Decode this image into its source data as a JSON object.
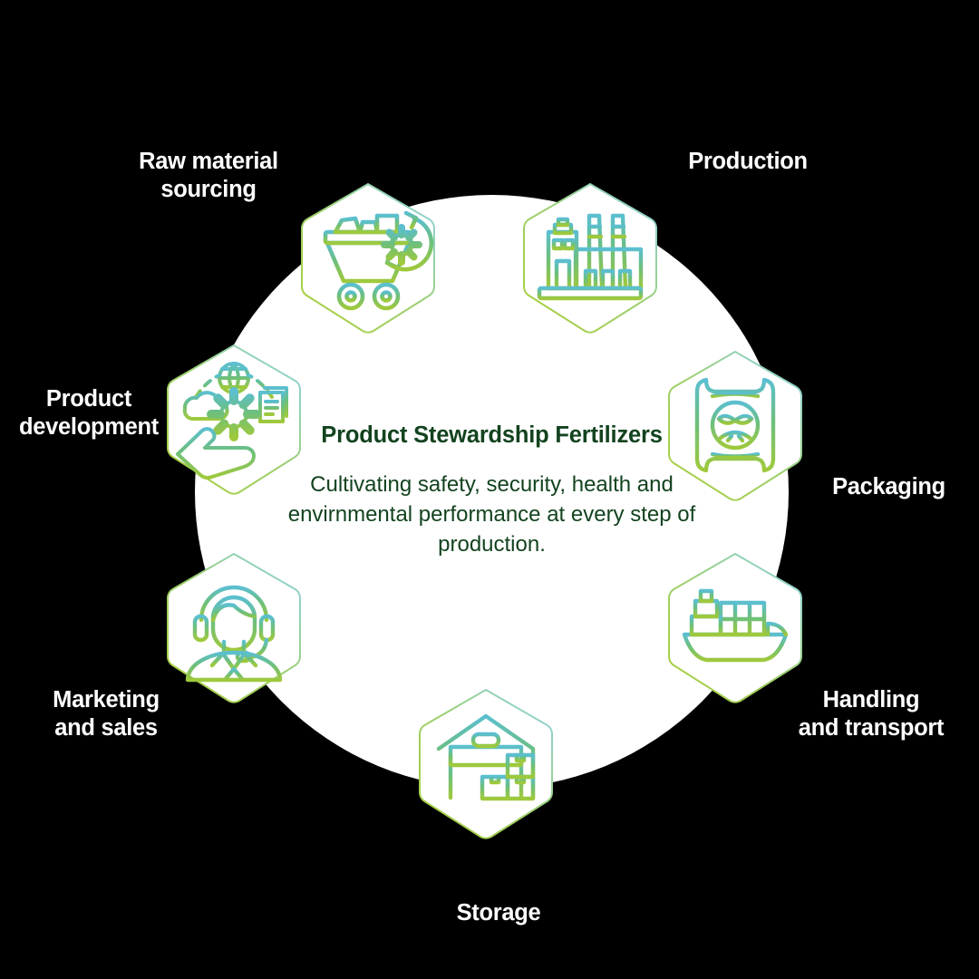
{
  "canvas": {
    "background_color": "#000000",
    "circle_color": "#ffffff"
  },
  "center": {
    "title": "Product Stewardship Fertilizers",
    "subtitle": "Cultivating safety, security, health and envirnmental performance at every step of production.",
    "title_color": "#13431f",
    "subtitle_color": "#13431f"
  },
  "palette": {
    "gradient_top": "#5bbfd0",
    "gradient_mid": "#6cbf7e",
    "gradient_bottom": "#9fc93c",
    "label_color": "#ffffff",
    "hex_fill": "#ffffff"
  },
  "nodes": [
    {
      "id": "raw-material-sourcing",
      "label": "Raw material\nsourcing",
      "icon": "mining-cart-gear-icon"
    },
    {
      "id": "production",
      "label": "Production",
      "icon": "factory-icon"
    },
    {
      "id": "packaging",
      "label": "Packaging",
      "icon": "fertilizer-sack-icon"
    },
    {
      "id": "handling-and-transport",
      "label": "Handling\nand transport",
      "icon": "cargo-ship-icon"
    },
    {
      "id": "storage",
      "label": "Storage",
      "icon": "warehouse-icon"
    },
    {
      "id": "marketing-and-sales",
      "label": "Marketing\nand sales",
      "icon": "headset-agent-icon"
    },
    {
      "id": "product-development",
      "label": "Product\ndevelopment",
      "icon": "hand-gear-globe-icon"
    }
  ]
}
